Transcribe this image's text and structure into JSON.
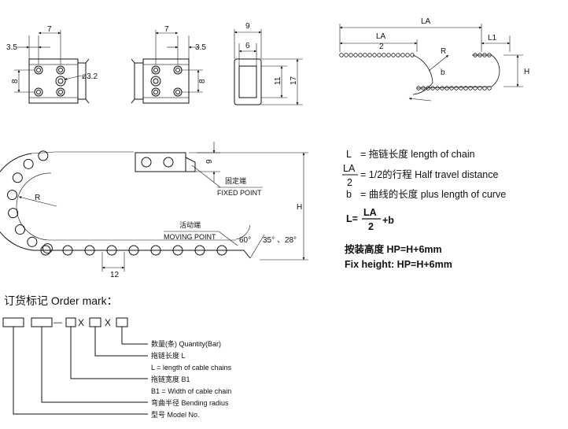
{
  "views": {
    "left_link": {
      "dim_width": "7",
      "dim_offset": "3.5",
      "dim_height": "8",
      "hole": "ø3.2"
    },
    "right_link": {
      "dim_width": "7",
      "dim_offset": "3.5",
      "dim_height": "8"
    },
    "section": {
      "dim_outer_width": "9",
      "dim_inner_width": "6",
      "dim_inner_height": "11",
      "dim_outer_height": "17"
    },
    "travel": {
      "label_la": "LA",
      "label_la_half_num": "LA",
      "label_la_half_den": "2",
      "label_l1": "L1",
      "label_r": "R",
      "label_b": "b",
      "label_h": "H"
    }
  },
  "chain": {
    "label_r": "R",
    "label_h": "H",
    "label_pitch": "12",
    "label_height": "9",
    "fixed_cn": "固定端",
    "fixed_en": "FIXED POINT",
    "moving_cn": "活动端",
    "moving_en": "MOVING POINT",
    "angle_60": "60°",
    "angle_35_28": "35° 、28°"
  },
  "legend": {
    "l_sym": "L",
    "l_text": "= 拖链长度  length of chain",
    "la_num": "LA",
    "la_den": "2",
    "la_text": "= 1/2的行程  Half travel distance",
    "b_sym": "b",
    "b_text": "= 曲线的长度  plus length of curve",
    "formula_prefix": "L=",
    "formula_num": "LA",
    "formula_den": "2",
    "formula_suffix": "+b",
    "install_cn": "按装高度 HP=H+6mm",
    "install_en": "Fix height: HP=H+6mm"
  },
  "order": {
    "title": "订货标记 Order mark：",
    "sep1": "—",
    "x1": "X",
    "x2": "X",
    "items": [
      "数量(条) Quantity(Bar)",
      "拖链长度 L",
      "L = length of cable chains",
      "拖链宽度 B1",
      "B1 = Width of cable chain",
      "弯曲半径 Bending radius",
      "型号 Model No."
    ]
  }
}
